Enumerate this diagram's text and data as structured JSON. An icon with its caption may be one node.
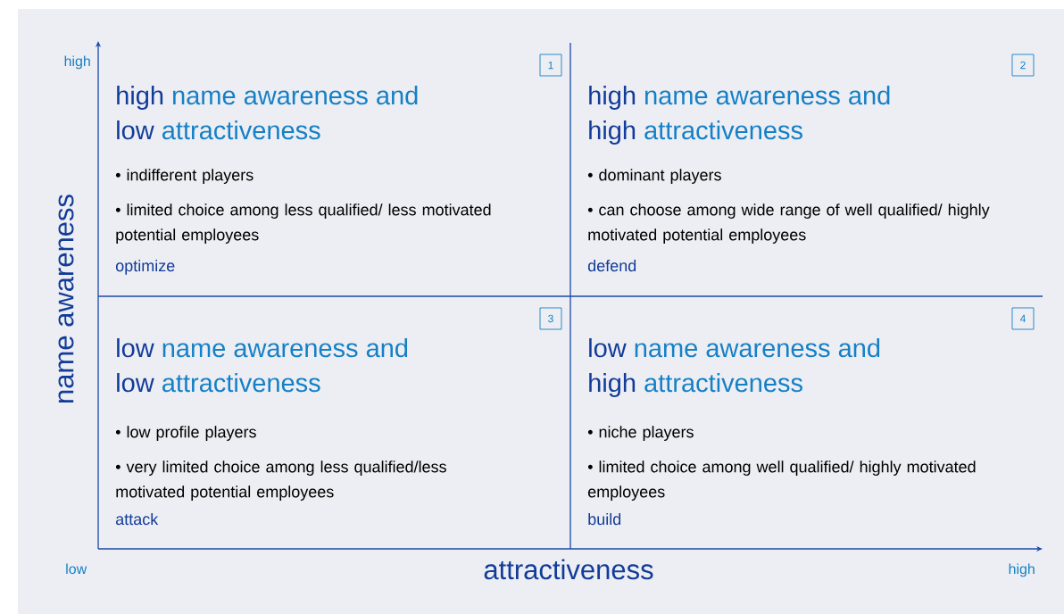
{
  "diagram": {
    "nodes": [
      {
        "text": [
          "high",
          "name awareness and",
          "low",
          "attractiveness",
          "• indifferent players",
          "• limited choice among less qualified/ less motivated potential employees",
          "optimize"
        ]
      },
      {
        "text": [
          "1"
        ]
      },
      {
        "text": [
          "high",
          "name awareness and",
          "high",
          "attractiveness",
          "• dominant players",
          "• can choose among wide range of well qualified/ highly motivated potential employees",
          "defend"
        ]
      },
      {
        "text": [
          "2"
        ]
      },
      {
        "text": [
          "low",
          "name awareness and",
          "low",
          "attractiveness",
          "• low profile players",
          "• very limited choice among less qualified/less motivated potential employees",
          "attack"
        ]
      },
      {
        "text": [
          "3"
        ]
      },
      {
        "text": [
          "low",
          "name awareness and",
          "high",
          "attractiveness",
          "• niche players",
          "• limited choice among well qualified/ highly motivated employees",
          "build"
        ]
      },
      {
        "text": [
          "4"
        ]
      }
    ],
    "edges": [],
    "labels": [
      "high",
      "name awareness",
      "low",
      "attractiveness",
      "high"
    ]
  }
}
